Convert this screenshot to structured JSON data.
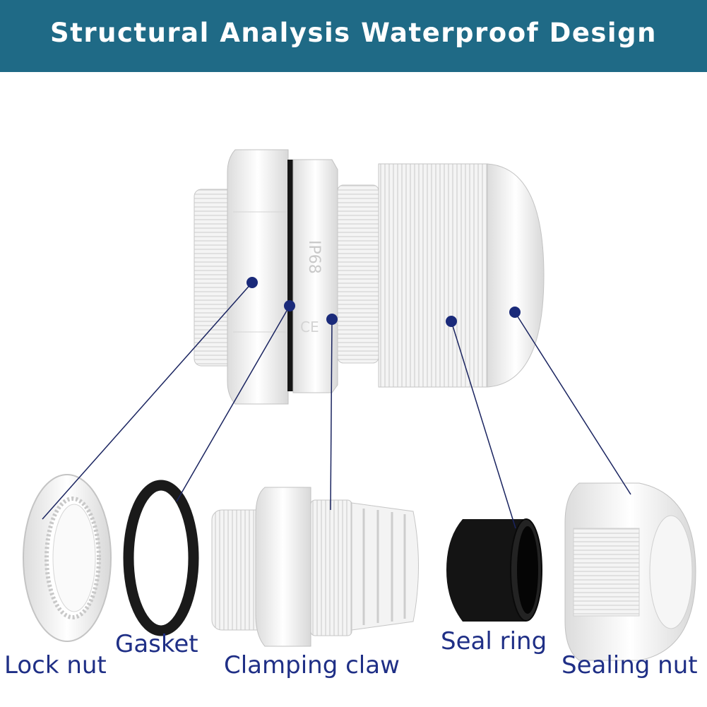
{
  "header": {
    "title": "Structural Analysis Waterproof Design"
  },
  "product": {
    "marking": "IP68"
  },
  "parts": {
    "lock_nut": "Lock nut",
    "gasket": "Gasket",
    "clamping_claw": "Clamping claw",
    "seal_ring": "Seal ring",
    "sealing_nut": "Sealing nut"
  },
  "colors": {
    "banner": "#1f6a86",
    "label_text": "#1f2f86",
    "leader_line": "#1a2460",
    "dot": "#1a2a7a",
    "part_white": "#f2f2f2",
    "gasket_black": "#1a1a1a"
  }
}
